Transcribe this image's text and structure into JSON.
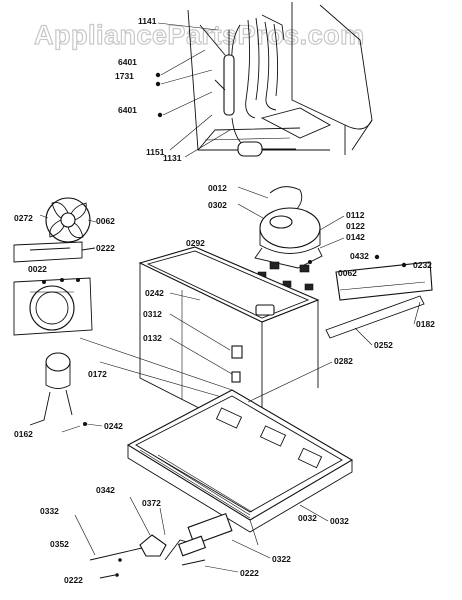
{
  "watermark": "AppliancePartsPros.com",
  "labels": {
    "l1141": "1141",
    "l6401a": "6401",
    "l1731": "1731",
    "l6401b": "6401",
    "l1151": "1151",
    "l1131": "1131",
    "l0012": "0012",
    "l0302": "0302",
    "l0112": "0112",
    "l0122": "0122",
    "l0142": "0142",
    "l0272": "0272",
    "l0062a": "0062",
    "l0222a": "0222",
    "l0292": "0292",
    "l0022": "0022",
    "l0432": "0432",
    "l0232": "0232",
    "l0062b": "0062",
    "l0242a": "0242",
    "l0312": "0312",
    "l0182": "0182",
    "l0252": "0252",
    "l0132": "0132",
    "l0172": "0172",
    "l0282": "0282",
    "l0162": "0162",
    "l0242b": "0242",
    "l0342": "0342",
    "l0032a": "0032",
    "l0372": "0372",
    "l0332": "0332",
    "l0032b": "0032",
    "l0352": "0352",
    "l0322": "0322",
    "l0222b": "0222",
    "l0222c": "0222"
  }
}
